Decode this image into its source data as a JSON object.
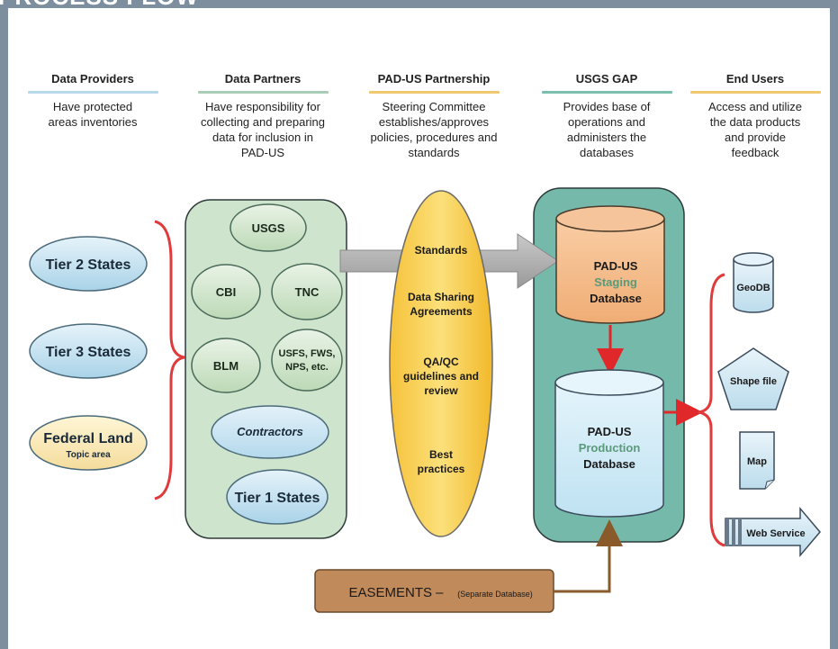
{
  "page_title": "PROCESS FLOW",
  "columns": [
    {
      "title": "Data Providers",
      "desc": [
        "Have protected",
        "areas inventories"
      ],
      "color": "#b7d7ea"
    },
    {
      "title": "Data Partners",
      "desc": [
        "Have responsibility for",
        "collecting and preparing",
        "data for inclusion in",
        "PAD-US"
      ],
      "color": "#a9cdb6"
    },
    {
      "title": "PAD-US Partnership",
      "desc": [
        "Steering Committee",
        "establishes/approves",
        "policies, procedures and",
        "standards"
      ],
      "color": "#f0c870"
    },
    {
      "title": "USGS GAP",
      "desc": [
        "Provides base of",
        "operations and",
        "administers the",
        "databases"
      ],
      "color": "#7bbfaf"
    },
    {
      "title": "End Users",
      "desc": [
        "Access and utilize",
        "the data products",
        "and provide",
        "feedback"
      ],
      "color": "#f0c870"
    }
  ],
  "providers": {
    "tier2": "Tier 2 States",
    "tier3": "Tier 3 States",
    "federal": "Federal Land",
    "federal_sub": "Topic area"
  },
  "partners": {
    "usgs": "USGS",
    "cbi": "CBI",
    "tnc": "TNC",
    "blm": "BLM",
    "usfs_line1": "USFS, FWS,",
    "usfs_line2": "NPS, etc.",
    "contractors": "Contractors",
    "tier1": "Tier 1 States"
  },
  "partnership": {
    "standards": "Standards",
    "dsa_line1": "Data Sharing",
    "dsa_line2": "Agreements",
    "qa_line1": "QA/QC",
    "qa_line2": "guidelines and",
    "qa_line3": "review",
    "best_line1": "Best",
    "best_line2": "practices"
  },
  "gap": {
    "staging_line1": "PAD-US",
    "staging_line2": "Staging",
    "staging_line3": "Database",
    "prod_line1": "PAD-US",
    "prod_line2": "Production",
    "prod_line3": "Database"
  },
  "end_users": {
    "geodb": "GeoDB",
    "shapefile": "Shape file",
    "map": "Map",
    "webservice": "Web Service"
  },
  "easements": {
    "label": "EASEMENTS –",
    "sub": "(Separate Database)"
  },
  "colors": {
    "frame": "#7d8f9e",
    "light_blue": "#cfe6f2",
    "light_green": "#dcebd9",
    "partner_panel": "#cfe4cc",
    "gap_panel": "#75b9ab",
    "ellipse_yellow": "#f2c845",
    "staging": "#f5c59a",
    "production": "#cde9f6",
    "brace_red": "#e03a3a",
    "arrow_red": "#e0272a",
    "easement_brown": "#c08a5a"
  }
}
